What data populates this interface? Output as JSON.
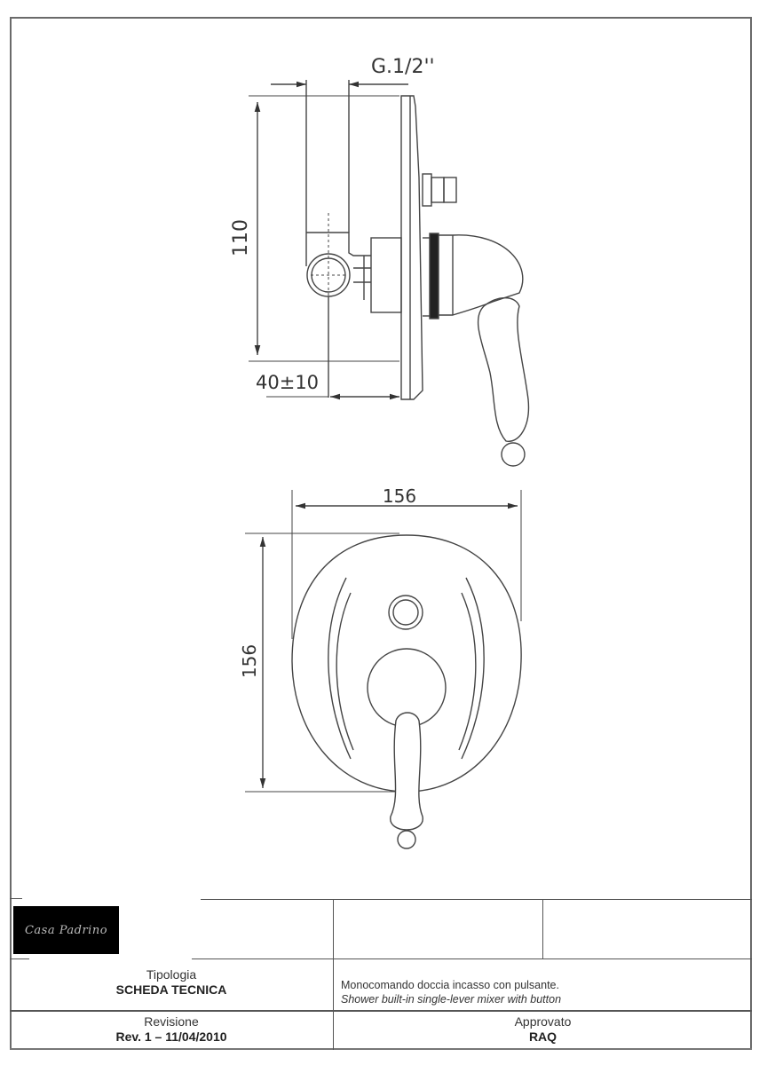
{
  "drawing": {
    "side_view": {
      "thread_label": "G.1/2''",
      "height_dim": "110",
      "depth_dim": "40±10"
    },
    "front_view": {
      "width_dim": "156",
      "height_dim": "156"
    }
  },
  "title_block": {
    "logo_text": "Casa Padrino",
    "tipologia_label": "Tipologia",
    "tipologia_value": "SCHEDA TECNICA",
    "revisione_label": "Revisione",
    "revisione_value": "Rev. 1 – 11/04/2010",
    "description_it": "Monocomando doccia incasso con pulsante.",
    "description_en": "Shower built-in single-lever mixer with button",
    "approvato_label": "Approvato",
    "approvato_value": "RAQ"
  },
  "colors": {
    "line": "#555555",
    "logo_bg": "#000000"
  }
}
